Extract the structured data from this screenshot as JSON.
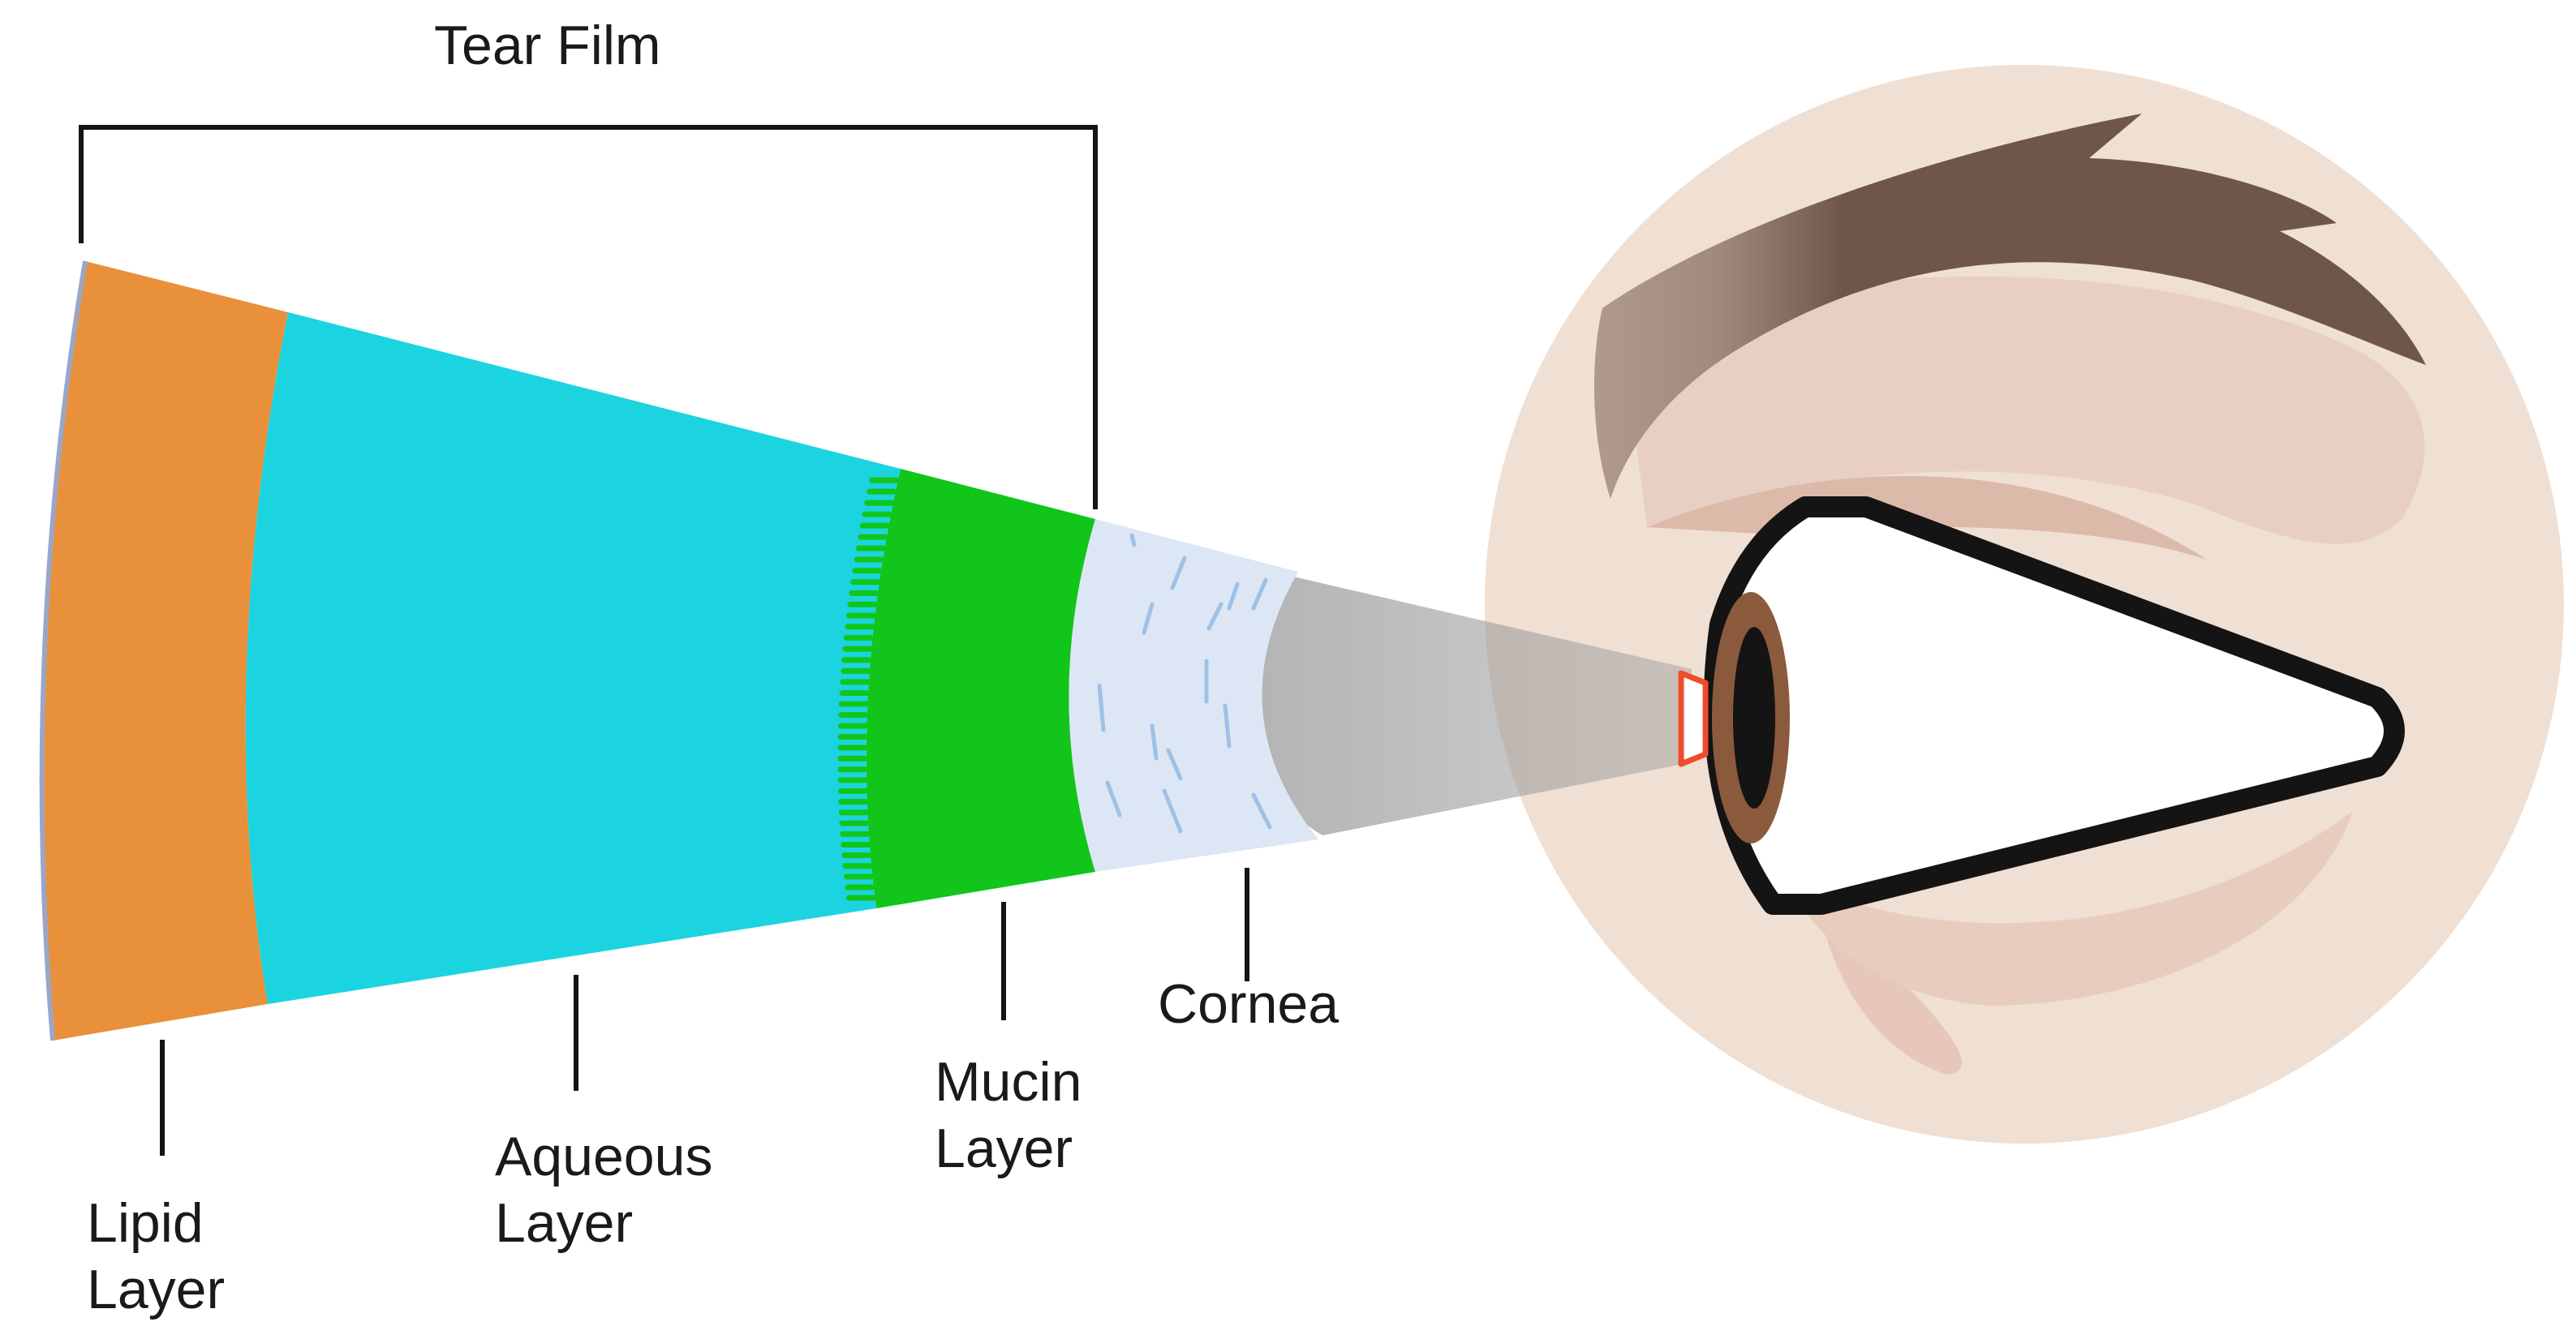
{
  "title": "Tear Film",
  "labels": {
    "lipid": [
      "Lipid",
      "Layer"
    ],
    "aqueous": [
      "Aqueous",
      "Layer"
    ],
    "mucin": [
      "Mucin",
      "Layer"
    ],
    "cornea": "Cornea"
  },
  "colors": {
    "lipid": "#e8913a",
    "aqueous": "#1cd4e0",
    "mucin": "#12c51a",
    "cornea": "#dde6f4",
    "cornea_dash": "#9ec1e6",
    "beam": "#9a9a9a",
    "skin": "#f0dfd3",
    "skin_shade": "#e6c7b9",
    "brow": "#6e5749",
    "eye_outline": "#141414",
    "iris": "#8b5a3c",
    "lens_marker": "#f04b2a"
  }
}
